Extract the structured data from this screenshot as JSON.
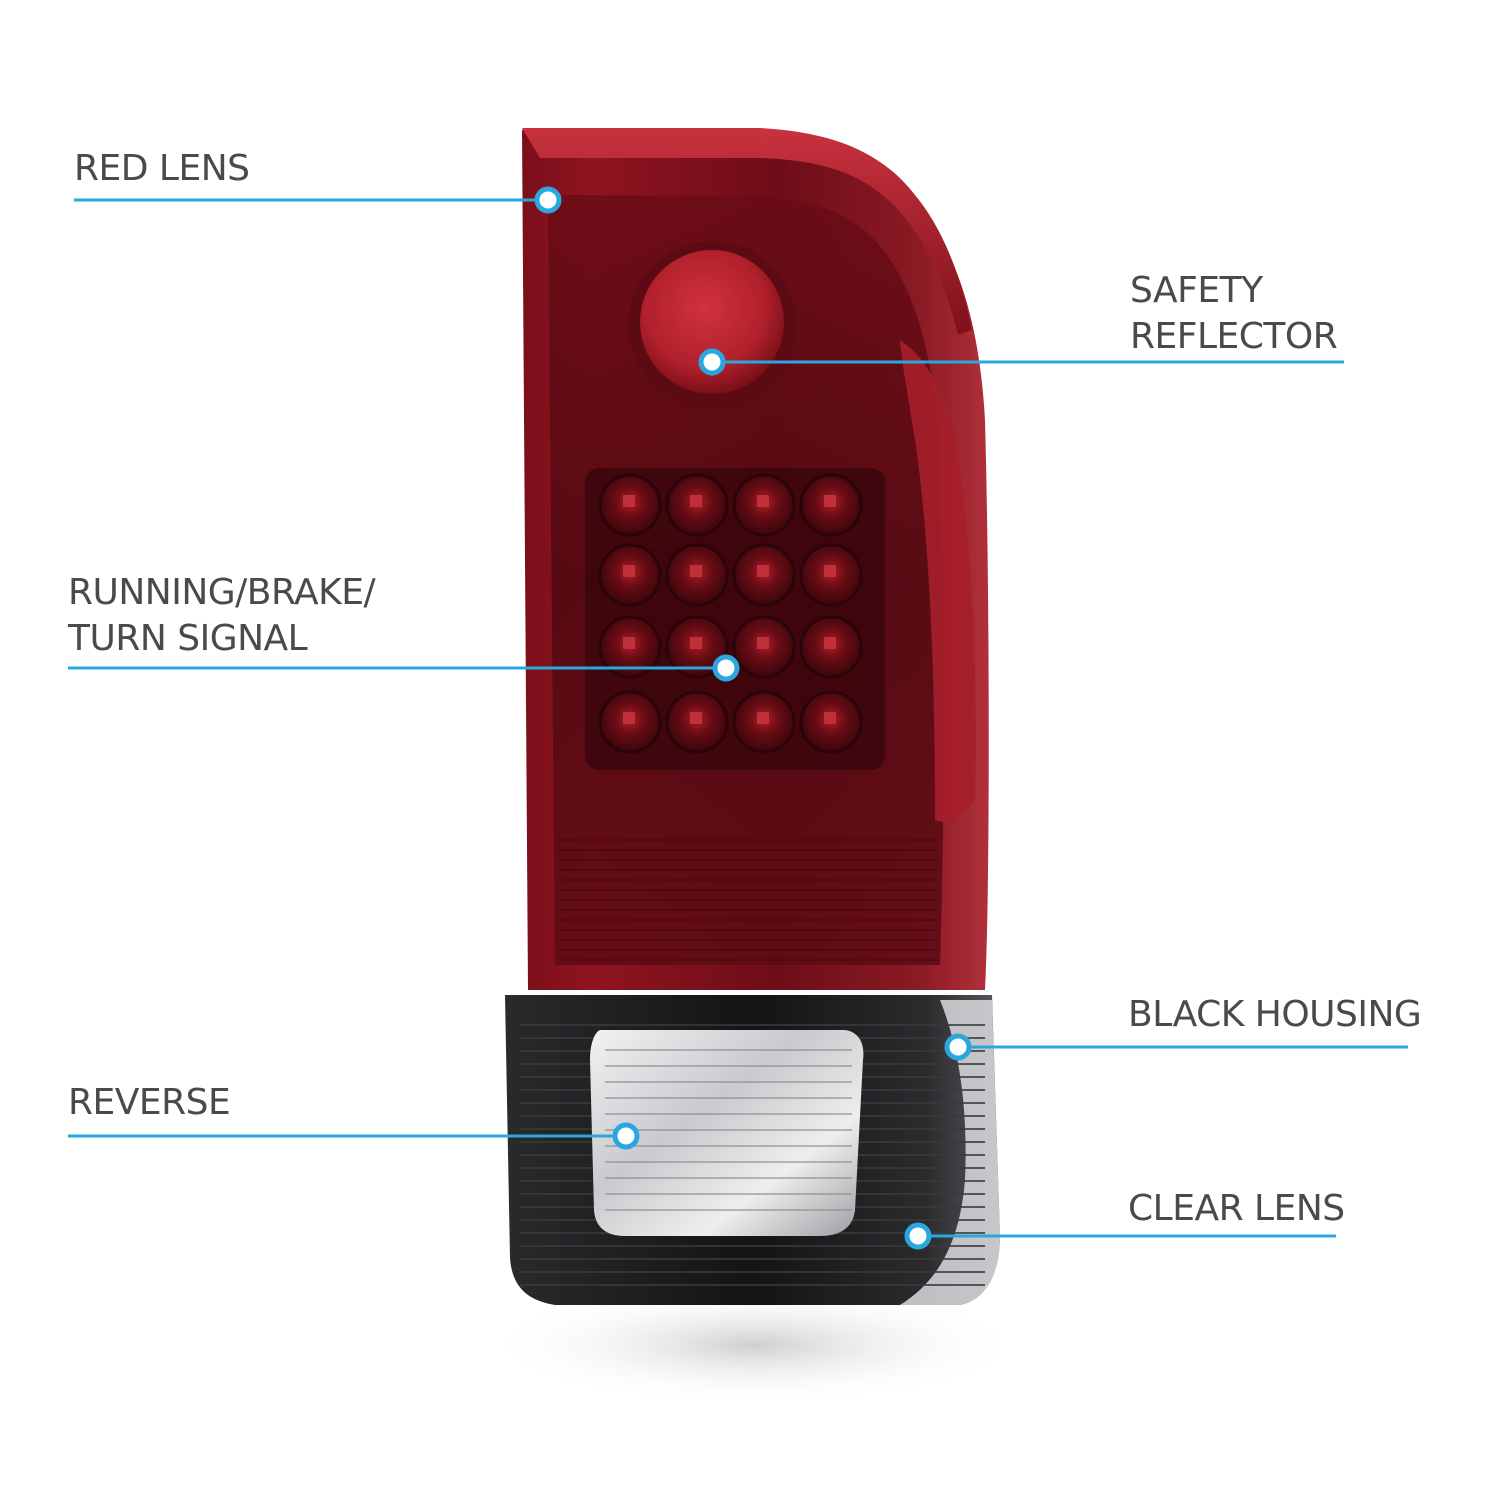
{
  "diagram": {
    "subject": "LED tail light assembly",
    "callouts": [
      {
        "id": "red-lens",
        "lines": [
          "RED LENS"
        ]
      },
      {
        "id": "safety-reflector",
        "lines": [
          "SAFETY",
          "REFLECTOR"
        ]
      },
      {
        "id": "running-brake-turn",
        "lines": [
          "RUNNING/BRAKE/",
          "TURN SIGNAL"
        ]
      },
      {
        "id": "black-housing",
        "lines": [
          "BLACK HOUSING"
        ]
      },
      {
        "id": "reverse",
        "lines": [
          "REVERSE"
        ]
      },
      {
        "id": "clear-lens",
        "lines": [
          "CLEAR LENS"
        ]
      }
    ],
    "colors": {
      "callout_line": "#2aa7df",
      "label_text": "#4a4a4a",
      "lens_red": "#8e1420",
      "lens_red_dark": "#5a0b14",
      "housing_black": "#1c1c1e",
      "background": "#ffffff"
    }
  }
}
